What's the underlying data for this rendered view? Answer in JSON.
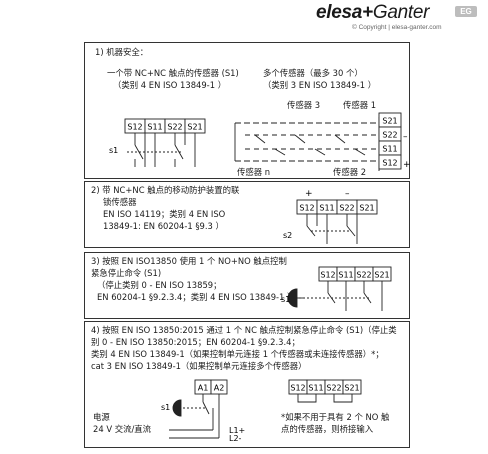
{
  "header": {
    "logo_brand1": "elesa",
    "logo_plus": "+",
    "logo_brand2": "Ganter",
    "logo_badge": "EG",
    "copyright": "© Copyright | elesa-ganter.com"
  },
  "section1": {
    "title": "1) 机器安全：",
    "single_line1": "一个带 NC+NC 触点的传感器 (S1)",
    "single_line2": "（类别 4 EN ISO 13849-1 ）",
    "multi_line1": "多个传感器（最多 30 个）",
    "multi_line2": "（类别 3 EN ISO 13849-1 ）",
    "terminals": [
      "S12",
      "S11",
      "S22",
      "S21"
    ],
    "switch_label": "s1",
    "sensor3_label": "传感器 3",
    "sensor1_label": "传感器 1",
    "sensorn_label": "传感器 n",
    "sensor2_label": "传感器 2",
    "right_terminals": [
      "S21",
      "S22",
      "S11",
      "S12"
    ],
    "minus": "–",
    "plus": "+"
  },
  "section2": {
    "line1": "2) 带 NC+NC 触点的移动防护装置的联",
    "line2": "锁传感器",
    "line3": "EN ISO 14119；类别 4 EN ISO",
    "line4": "13849-1: EN 60204-1 §9.3 ）",
    "plus": "+",
    "minus": "–",
    "terminals": [
      "S12",
      "S11",
      "S22",
      "S21"
    ],
    "switch_label": "s2"
  },
  "section3": {
    "line1": "3) 按照 EN ISO13850 使用 1 个 NO+NO 触点控制",
    "line2": "紧急停止命令 (S1)",
    "line3": "（停止类别 0 - EN ISO 13859；",
    "line4": "EN 60204-1 §9.2.3.4；类别 4 EN ISO 13849-1 ）",
    "terminals": [
      "S12",
      "S11",
      "S22",
      "S21"
    ],
    "switch_label": "s1"
  },
  "section4": {
    "line1": "4) 按照 EN ISO 13850:2015 通过 1 个 NC 触点控制紧急停止命令 (S1)（停止类",
    "line2": "别 0 - EN ISO 13850:2015；EN 60204-1 §9.2.3.4；",
    "line3": "类别 4 EN ISO 13849-1（如果控制单元连接 1 个传感器或未连接传感器）*；",
    "line4": "cat 3 EN ISO 13849-1（如果控制单元连接多个传感器）",
    "terminals_a": [
      "A1",
      "A2"
    ],
    "switch_label": "s1",
    "power_label1": "电源",
    "power_label2": "24 V 交流/直流",
    "l1": "L1+",
    "l2": "L2-",
    "terminals": [
      "S12",
      "S11",
      "S22",
      "S21"
    ],
    "note1": "*如果不用于具有 2 个 NO 触",
    "note2": "点的传感器，则桥接输入"
  }
}
